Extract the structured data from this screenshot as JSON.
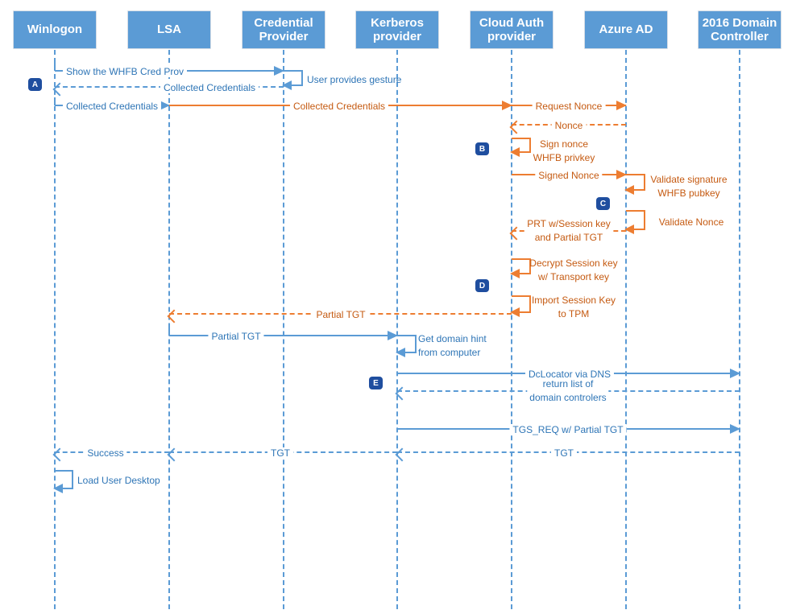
{
  "diagram_type": "sequence-diagram",
  "colors": {
    "blue_line": "#5b9bd5",
    "blue_text": "#2e75b6",
    "orange_line": "#ed7d31",
    "orange_text": "#c55a11",
    "badge_bg": "#1f4e9f",
    "actor_bg": "#5b9bd5",
    "actor_text": "#ffffff"
  },
  "actors": [
    {
      "label": "Winlogon"
    },
    {
      "label": "LSA"
    },
    {
      "label": "Credential Provider"
    },
    {
      "label": "Kerberos provider"
    },
    {
      "label": "Cloud Auth provider"
    },
    {
      "label": "Azure AD"
    },
    {
      "label": "2016 Domain Controller"
    }
  ],
  "badges": [
    {
      "label": "A"
    },
    {
      "label": "B"
    },
    {
      "label": "C"
    },
    {
      "label": "D"
    },
    {
      "label": "E"
    }
  ],
  "messages": [
    {
      "from": "Winlogon",
      "to": "Credential Provider",
      "type": "solid",
      "color": "blue",
      "label": "Show the WHFB Cred Prov"
    },
    {
      "from": "Credential Provider",
      "to": "Credential Provider",
      "type": "self",
      "color": "blue",
      "label": "User provides gesture"
    },
    {
      "from": "Credential Provider",
      "to": "Winlogon",
      "type": "dashed",
      "color": "blue",
      "label": "Collected Credentials"
    },
    {
      "from": "Winlogon",
      "to": "LSA",
      "type": "solid",
      "color": "blue",
      "label": "Collected Credentials"
    },
    {
      "from": "LSA",
      "to": "Cloud Auth provider",
      "type": "solid",
      "color": "orange",
      "label": "Collected Credentials"
    },
    {
      "from": "Cloud Auth provider",
      "to": "Azure AD",
      "type": "solid",
      "color": "orange",
      "label": "Request Nonce"
    },
    {
      "from": "Azure AD",
      "to": "Cloud Auth provider",
      "type": "dashed",
      "color": "orange",
      "label": "Nonce"
    },
    {
      "from": "Cloud Auth provider",
      "to": "Cloud Auth provider",
      "type": "self",
      "color": "orange",
      "label": "Sign nonce WHFB privkey",
      "line1": "Sign nonce",
      "line2": "WHFB privkey"
    },
    {
      "from": "Cloud Auth provider",
      "to": "Azure AD",
      "type": "solid",
      "color": "orange",
      "label": "Signed Nonce"
    },
    {
      "from": "Azure AD",
      "to": "Azure AD",
      "type": "self",
      "color": "orange",
      "label": "Validate signature WHFB pubkey",
      "line1": "Validate signature",
      "line2": "WHFB pubkey"
    },
    {
      "from": "Azure AD",
      "to": "Azure AD",
      "type": "self",
      "color": "orange",
      "label": "Validate Nonce"
    },
    {
      "from": "Azure AD",
      "to": "Cloud Auth provider",
      "type": "dashed",
      "color": "orange",
      "label": "PRT w/Session key and Partial TGT",
      "line1": "PRT w/Session key",
      "line2": "and Partial TGT"
    },
    {
      "from": "Cloud Auth provider",
      "to": "Cloud Auth provider",
      "type": "self",
      "color": "orange",
      "label": "Decrypt Session key w/ Transport key",
      "line1": "Decrypt Session key",
      "line2": "w/ Transport key"
    },
    {
      "from": "Cloud Auth provider",
      "to": "Cloud Auth provider",
      "type": "self",
      "color": "orange",
      "label": "Import Session Key to TPM",
      "line1": "Import Session Key",
      "line2": "to TPM"
    },
    {
      "from": "Cloud Auth provider",
      "to": "LSA",
      "type": "dashed",
      "color": "orange",
      "label": "Partial TGT"
    },
    {
      "from": "LSA",
      "to": "Kerberos provider",
      "type": "solid",
      "color": "blue",
      "label": "Partial TGT"
    },
    {
      "from": "Kerberos provider",
      "to": "Kerberos provider",
      "type": "self",
      "color": "blue",
      "label": "Get domain hint from computer",
      "line1": "Get domain hint",
      "line2": "from computer"
    },
    {
      "from": "Kerberos provider",
      "to": "2016 Domain Controller",
      "type": "solid",
      "color": "blue",
      "label": "DcLocator via DNS"
    },
    {
      "from": "2016 Domain Controller",
      "to": "Kerberos provider",
      "type": "dashed",
      "color": "blue",
      "label": "return list of domain controlers",
      "line1": "return list of",
      "line2": "domain controlers"
    },
    {
      "from": "Kerberos provider",
      "to": "2016 Domain Controller",
      "type": "solid",
      "color": "blue",
      "label": "TGS_REQ w/ Partial TGT"
    },
    {
      "from": "2016 Domain Controller",
      "to": "Kerberos provider",
      "type": "dashed",
      "color": "blue",
      "label": "TGT"
    },
    {
      "from": "Kerberos provider",
      "to": "LSA",
      "type": "dashed",
      "color": "blue",
      "label": "TGT"
    },
    {
      "from": "LSA",
      "to": "Winlogon",
      "type": "dashed",
      "color": "blue",
      "label": "Success"
    },
    {
      "from": "Winlogon",
      "to": "Winlogon",
      "type": "self",
      "color": "blue",
      "label": "Load User Desktop"
    }
  ]
}
